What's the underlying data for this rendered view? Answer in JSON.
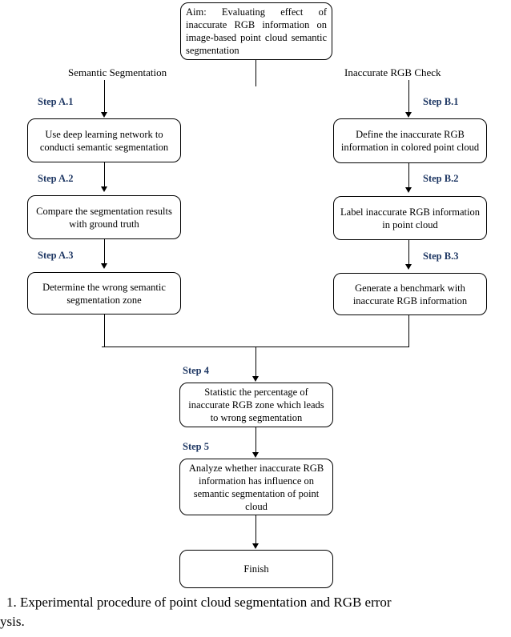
{
  "figure": {
    "type": "flowchart",
    "title": "Experimental procedure flowchart",
    "accent_color": "#1f3864",
    "line_color": "#000000",
    "background": "#ffffff"
  },
  "aim": {
    "text": "Aim: Evaluating effect of inaccurate RGB information on image-based point cloud semantic segmentation"
  },
  "branches": [
    {
      "id": "A",
      "title": "Semantic Segmentation"
    },
    {
      "id": "B",
      "title": "Inaccurate RGB Check"
    }
  ],
  "nodes": {
    "a1": {
      "step": "Step A.1",
      "text": "Use deep learning network to conducti semantic segmentation"
    },
    "a2": {
      "step": "Step A.2",
      "text": "Compare the segmentation results with ground truth"
    },
    "a3": {
      "step": "Step A.3",
      "text": "Determine the wrong semantic segmentation  zone"
    },
    "b1": {
      "step": "Step B.1",
      "text": "Define the inaccurate RGB information in colored point cloud"
    },
    "b2": {
      "step": "Step B.2",
      "text": "Label inaccurate RGB information in point cloud"
    },
    "b3": {
      "step": "Step B.3",
      "text": "Generate a benchmark with inaccurate RGB information"
    },
    "s4": {
      "step": "Step 4",
      "text": "Statistic the percentage of inaccurate RGB zone which leads to wrong segmentation"
    },
    "s5": {
      "step": "Step 5",
      "text": "Analyze whether inaccurate RGB information has influence on semantic segmentation of point cloud"
    },
    "finish": {
      "step": "",
      "text": "Finish"
    }
  },
  "caption": {
    "line1": "1.   Experimental procedure of point cloud segmentation and RGB error",
    "line2": "ysis."
  }
}
